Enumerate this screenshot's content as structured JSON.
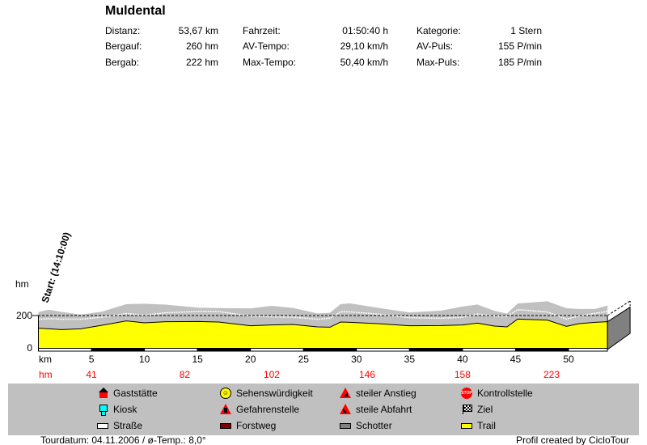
{
  "title": "Muldental",
  "stats": [
    [
      {
        "label": "Distanz:",
        "value": "53,67 km"
      },
      {
        "label": "Fahrzeit:",
        "value": "01:50:40 h"
      },
      {
        "label": "Kategorie:",
        "value": "1 Stern"
      }
    ],
    [
      {
        "label": "Bergauf:",
        "value": "260 hm"
      },
      {
        "label": "AV-Tempo:",
        "value": "29,10 km/h"
      },
      {
        "label": "AV-Puls:",
        "value": "155 P/min"
      }
    ],
    [
      {
        "label": "Bergab:",
        "value": "222 hm"
      },
      {
        "label": "Max-Tempo:",
        "value": "50,40 km/h"
      },
      {
        "label": "Max-Puls:",
        "value": "185 P/min"
      }
    ]
  ],
  "chart_data": {
    "type": "area",
    "start_label": "Start: (14:10:00)",
    "ylabel": "hm",
    "xlabel": "km",
    "yticks": [
      0,
      200
    ],
    "xticks": [
      5,
      10,
      15,
      20,
      25,
      30,
      35,
      40,
      45,
      50
    ],
    "xlim": [
      0,
      53.67
    ],
    "ylim": [
      0,
      200
    ],
    "reference_line": 200,
    "hm_row_label": "hm",
    "hm_markers": [
      {
        "km": 5,
        "hm": "41"
      },
      {
        "km": 13.8,
        "hm": "82"
      },
      {
        "km": 22,
        "hm": "102"
      },
      {
        "km": 31,
        "hm": "146"
      },
      {
        "km": 40,
        "hm": "158"
      },
      {
        "km": 48.4,
        "hm": "223"
      }
    ],
    "elevation": {
      "km": [
        0,
        1,
        2.2,
        4,
        6,
        8.3,
        10,
        12,
        15.2,
        17,
        20,
        22,
        24,
        26.3,
        27.5,
        28.5,
        29.4,
        32,
        35,
        38,
        40,
        41.4,
        43,
        44.2,
        45.2,
        48,
        49.8,
        51,
        52.5,
        53.67
      ],
      "hm": [
        122,
        118,
        113,
        118,
        140,
        167,
        155,
        162,
        163,
        160,
        137,
        142,
        145,
        130,
        128,
        160,
        158,
        150,
        137,
        138,
        142,
        153,
        135,
        130,
        178,
        172,
        133,
        150,
        158,
        162
      ]
    },
    "surface": "Trail"
  },
  "legend": [
    {
      "icon": "house-icon",
      "label": "Gaststätte"
    },
    {
      "icon": "smiley-icon",
      "label": "Sehenswürdigkeit"
    },
    {
      "icon": "climb-sign-icon",
      "label": "steiler Anstieg"
    },
    {
      "icon": "stop-sign-icon",
      "label": "Kontrollstelle"
    },
    {
      "icon": "kiosk-icon",
      "label": "Kiosk"
    },
    {
      "icon": "warning-sign-icon",
      "label": "Gefahrenstelle"
    },
    {
      "icon": "descent-sign-icon",
      "label": "steile Abfahrt"
    },
    {
      "icon": "checkered-flag-icon",
      "label": "Ziel"
    },
    {
      "icon": "road-swatch-icon",
      "label": "Straße"
    },
    {
      "icon": "forest-road-swatch-icon",
      "label": "Forstweg"
    },
    {
      "icon": "gravel-swatch-icon",
      "label": "Schotter"
    },
    {
      "icon": "trail-swatch-icon",
      "label": "Trail"
    }
  ],
  "colors": {
    "trail": "#ffff00",
    "band": "#c0c0c0",
    "legend_bg": "#c0c0c0",
    "hm": "#ff0000",
    "side": "#808080"
  },
  "footer": {
    "left": "Tourdatum: 04.11.2006  /  ø-Temp.: 8,0°",
    "right": "Profil created by CicloTour"
  }
}
